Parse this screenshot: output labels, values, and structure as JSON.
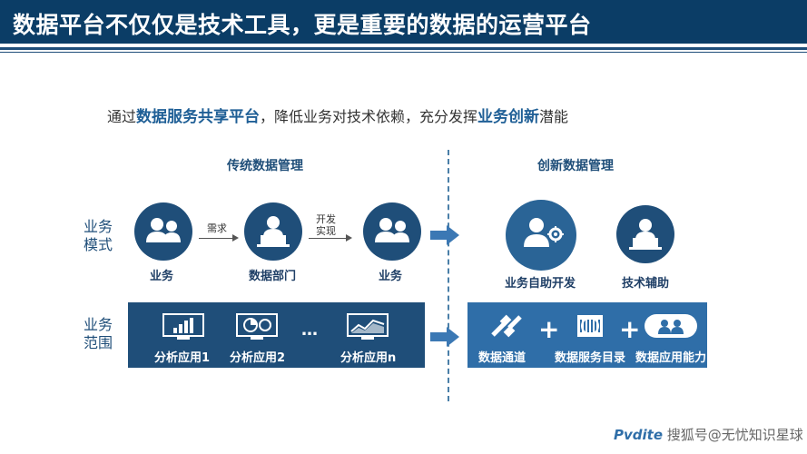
{
  "title": "数据平台不仅仅是技术工具，更是重要的数据的运营平台",
  "subtitle": {
    "part1": "通过",
    "highlight1": "数据服务共享平台",
    "part2": "，降低业务对技术依赖，充分发挥",
    "highlight2": "业务创新",
    "part3": "潜能"
  },
  "traditional": {
    "title": "传统数据管理",
    "nodes": [
      {
        "label": "业务",
        "icon": "users-icon"
      },
      {
        "label": "数据部门",
        "icon": "user-laptop-icon"
      },
      {
        "label": "业务",
        "icon": "users-icon"
      }
    ],
    "arrows": [
      "需求",
      "开发\n实现"
    ]
  },
  "innovative": {
    "title": "创新数据管理",
    "nodes": [
      {
        "label": "业务自助开发",
        "icon": "user-gear-icon"
      },
      {
        "label": "技术辅助",
        "icon": "user-laptop-icon"
      }
    ]
  },
  "row_labels": {
    "mode": "业务\n模式",
    "scope": "业务\n范围"
  },
  "scope_items": [
    {
      "label": "分析应用1",
      "icon": "bar-chart-monitor-icon"
    },
    {
      "label": "分析应用2",
      "icon": "pie-chart-monitor-icon"
    },
    {
      "label": "分析应用n",
      "icon": "line-chart-monitor-icon"
    }
  ],
  "scope_ellipsis": "…",
  "new_scope_items": [
    {
      "label": "数据通道",
      "icon": "cable-icon"
    },
    {
      "label": "数据服务目录",
      "icon": "catalog-icon"
    },
    {
      "label": "数据应用能力",
      "icon": "group-icon"
    }
  ],
  "plus_sign": "+",
  "watermark": {
    "text": "搜狐号@无忧知识星球",
    "brand": "Pvdite"
  },
  "colors": {
    "title_bar": "#0b3d66",
    "primary": "#1f4e79",
    "accent": "#2f6ea8"
  }
}
